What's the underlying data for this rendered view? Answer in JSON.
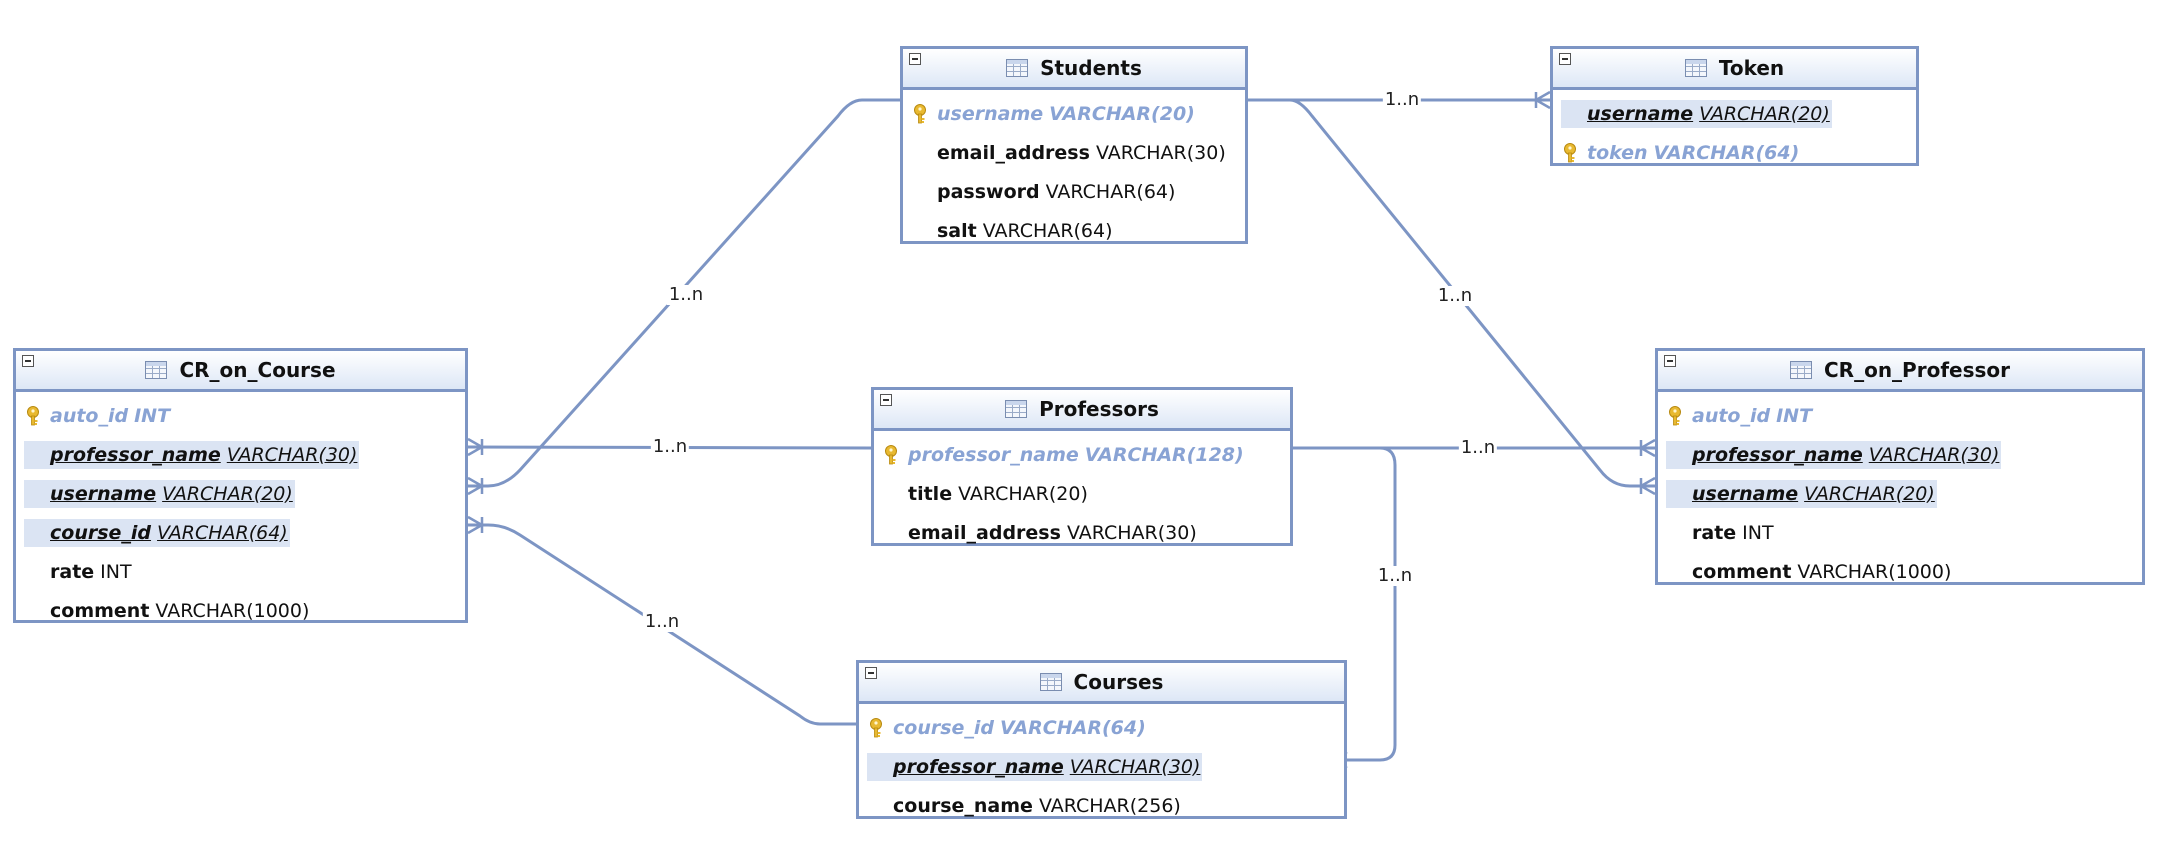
{
  "colors": {
    "border": "#7d95c4",
    "line": "#7d95c4",
    "pk_text": "#89a3d4",
    "fk_bg": "#dbe4f3",
    "key": "#e8b931"
  },
  "entities": {
    "students": {
      "name": "Students",
      "fields": [
        {
          "name": "username",
          "type": "VARCHAR(20)",
          "kind": "pk"
        },
        {
          "name": "email_address",
          "type": "VARCHAR(30)",
          "kind": "normal"
        },
        {
          "name": "password",
          "type": "VARCHAR(64)",
          "kind": "normal"
        },
        {
          "name": "salt",
          "type": "VARCHAR(64)",
          "kind": "normal"
        }
      ]
    },
    "token": {
      "name": "Token",
      "fields": [
        {
          "name": "username",
          "type": "VARCHAR(20)",
          "kind": "fk"
        },
        {
          "name": "token",
          "type": "VARCHAR(64)",
          "kind": "pk"
        }
      ]
    },
    "cr_on_course": {
      "name": "CR_on_Course",
      "fields": [
        {
          "name": "auto_id",
          "type": "INT",
          "kind": "pk"
        },
        {
          "name": "professor_name",
          "type": "VARCHAR(30)",
          "kind": "fk"
        },
        {
          "name": "username",
          "type": "VARCHAR(20)",
          "kind": "fk"
        },
        {
          "name": "course_id",
          "type": "VARCHAR(64)",
          "kind": "fk"
        },
        {
          "name": "rate",
          "type": "INT",
          "kind": "normal"
        },
        {
          "name": "comment",
          "type": "VARCHAR(1000)",
          "kind": "normal"
        }
      ]
    },
    "professors": {
      "name": "Professors",
      "fields": [
        {
          "name": "professor_name",
          "type": "VARCHAR(128)",
          "kind": "pk"
        },
        {
          "name": "title",
          "type": "VARCHAR(20)",
          "kind": "normal"
        },
        {
          "name": "email_address",
          "type": "VARCHAR(30)",
          "kind": "normal"
        }
      ]
    },
    "cr_on_professor": {
      "name": "CR_on_Professor",
      "fields": [
        {
          "name": "auto_id",
          "type": "INT",
          "kind": "pk"
        },
        {
          "name": "professor_name",
          "type": "VARCHAR(30)",
          "kind": "fk"
        },
        {
          "name": "username",
          "type": "VARCHAR(20)",
          "kind": "fk"
        },
        {
          "name": "rate",
          "type": "INT",
          "kind": "normal"
        },
        {
          "name": "comment",
          "type": "VARCHAR(1000)",
          "kind": "normal"
        }
      ]
    },
    "courses": {
      "name": "Courses",
      "fields": [
        {
          "name": "course_id",
          "type": "VARCHAR(64)",
          "kind": "pk"
        },
        {
          "name": "professor_name",
          "type": "VARCHAR(30)",
          "kind": "fk"
        },
        {
          "name": "course_name",
          "type": "VARCHAR(256)",
          "kind": "normal"
        }
      ]
    }
  },
  "relationships": [
    {
      "from": "students.username",
      "to": "token.username",
      "label": "1..n"
    },
    {
      "from": "students.username",
      "to": "cr_on_course.username",
      "label": "1..n"
    },
    {
      "from": "students.username",
      "to": "cr_on_professor.username",
      "label": "1..n"
    },
    {
      "from": "professors.professor_name",
      "to": "cr_on_course.professor_name",
      "label": "1..n"
    },
    {
      "from": "professors.professor_name",
      "to": "cr_on_professor.professor_name",
      "label": "1..n"
    },
    {
      "from": "professors.professor_name",
      "to": "courses.professor_name",
      "label": "1..n"
    },
    {
      "from": "courses.course_id",
      "to": "cr_on_course.course_id",
      "label": "1..n"
    }
  ]
}
